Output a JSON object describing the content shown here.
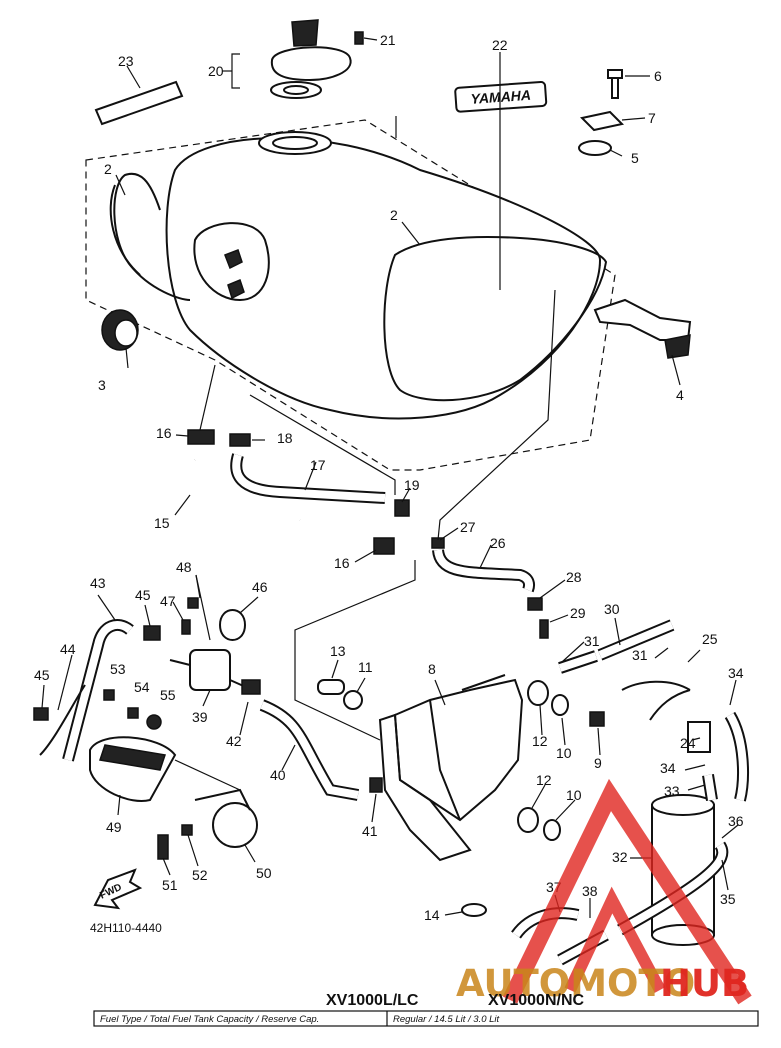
{
  "diagram": {
    "callouts": [
      {
        "id": "c1",
        "text": "2"
      },
      {
        "id": "c2",
        "text": "2"
      },
      {
        "id": "c3",
        "text": "3"
      },
      {
        "id": "c4",
        "text": "4"
      },
      {
        "id": "c5",
        "text": "5"
      },
      {
        "id": "c6",
        "text": "6"
      },
      {
        "id": "c7",
        "text": "7"
      },
      {
        "id": "c8",
        "text": "8"
      },
      {
        "id": "c9",
        "text": "9"
      },
      {
        "id": "c10",
        "text": "10"
      },
      {
        "id": "c11",
        "text": "10"
      },
      {
        "id": "c12",
        "text": "11"
      },
      {
        "id": "c13",
        "text": "12"
      },
      {
        "id": "c14",
        "text": "12"
      },
      {
        "id": "c15",
        "text": "13"
      },
      {
        "id": "c16",
        "text": "14"
      },
      {
        "id": "c17",
        "text": "15"
      },
      {
        "id": "c18",
        "text": "16"
      },
      {
        "id": "c19",
        "text": "16"
      },
      {
        "id": "c20",
        "text": "17"
      },
      {
        "id": "c21",
        "text": "18"
      },
      {
        "id": "c22",
        "text": "19"
      },
      {
        "id": "c23",
        "text": "20"
      },
      {
        "id": "c24",
        "text": "21"
      },
      {
        "id": "c25",
        "text": "22"
      },
      {
        "id": "c26",
        "text": "23"
      },
      {
        "id": "c27",
        "text": "24"
      },
      {
        "id": "c28",
        "text": "25"
      },
      {
        "id": "c29",
        "text": "26"
      },
      {
        "id": "c30",
        "text": "27"
      },
      {
        "id": "c31",
        "text": "28"
      },
      {
        "id": "c32",
        "text": "29"
      },
      {
        "id": "c33",
        "text": "30"
      },
      {
        "id": "c34",
        "text": "31"
      },
      {
        "id": "c35",
        "text": "31"
      },
      {
        "id": "c36",
        "text": "32"
      },
      {
        "id": "c37",
        "text": "33"
      },
      {
        "id": "c38",
        "text": "34"
      },
      {
        "id": "c39",
        "text": "34"
      },
      {
        "id": "c40",
        "text": "35"
      },
      {
        "id": "c41",
        "text": "36"
      },
      {
        "id": "c42",
        "text": "37"
      },
      {
        "id": "c43",
        "text": "38"
      },
      {
        "id": "c44",
        "text": "39"
      },
      {
        "id": "c45",
        "text": "40"
      },
      {
        "id": "c46",
        "text": "41"
      },
      {
        "id": "c47",
        "text": "42"
      },
      {
        "id": "c48",
        "text": "43"
      },
      {
        "id": "c49",
        "text": "44"
      },
      {
        "id": "c50",
        "text": "45"
      },
      {
        "id": "c51",
        "text": "45"
      },
      {
        "id": "c52",
        "text": "46"
      },
      {
        "id": "c53",
        "text": "47"
      },
      {
        "id": "c54",
        "text": "48"
      },
      {
        "id": "c55",
        "text": "49"
      },
      {
        "id": "c56",
        "text": "50"
      },
      {
        "id": "c57",
        "text": "51"
      },
      {
        "id": "c58",
        "text": "52"
      },
      {
        "id": "c59",
        "text": "53"
      },
      {
        "id": "c60",
        "text": "54"
      },
      {
        "id": "c61",
        "text": "55"
      }
    ],
    "tank_emblem": "YAMAHA",
    "front_arrow": "FWD",
    "diagram_code": "42H110-4440",
    "models": {
      "left": "XV1000L/LC",
      "right": "XV1000N/NC"
    },
    "spec_table": {
      "label": "Fuel Type / Total Fuel Tank Capacity / Reserve Cap.",
      "value": "Regular / 14.5 Lit / 3.0 Lit"
    }
  },
  "watermark": {
    "part1": "AUTOMOTO",
    "part2": "HUB",
    "color1": "#e0261f",
    "color2": "#c9861b"
  }
}
